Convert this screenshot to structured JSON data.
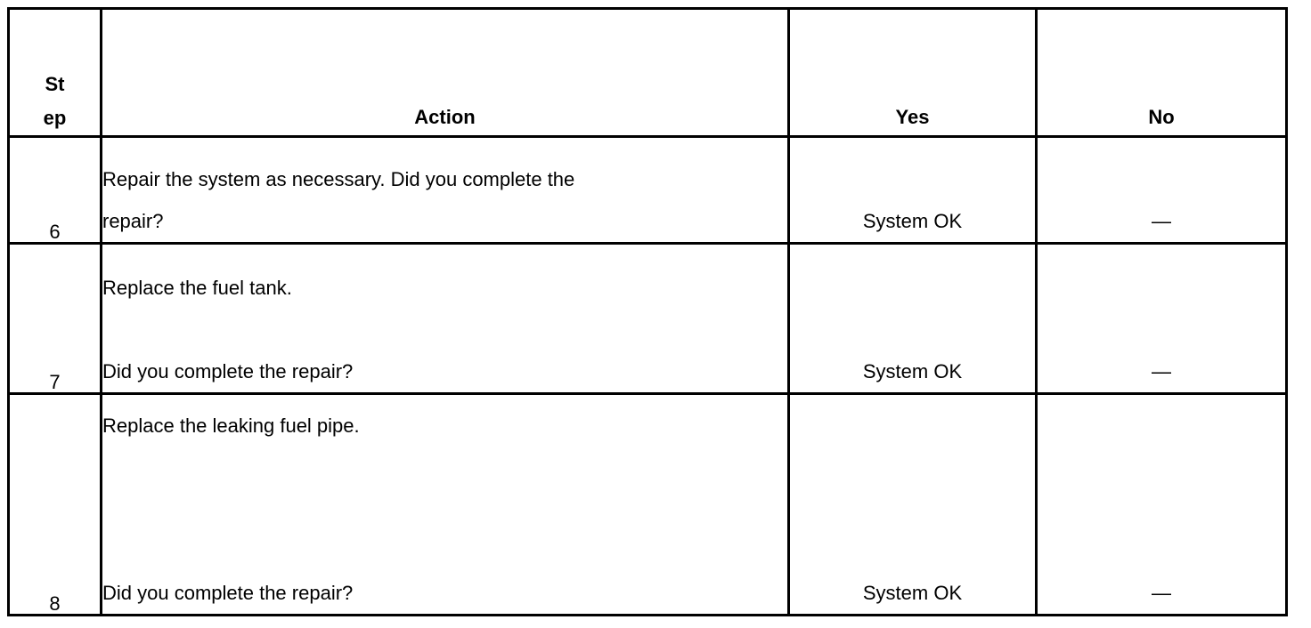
{
  "document": {
    "type": "diagnostic-procedure-table",
    "background_color": "#ffffff",
    "text_color": "#000000",
    "border_color": "#000000"
  },
  "table": {
    "headers": {
      "step_line1": "St",
      "step_line2": "ep",
      "action": "Action",
      "yes": "Yes",
      "no": "No"
    },
    "rows": [
      {
        "step": "6",
        "action_lines": [
          "Repair the system as necessary. Did you complete the",
          "repair?"
        ],
        "yes": "System OK",
        "no": "—"
      },
      {
        "step": "7",
        "action_lines": [
          "Replace the fuel tank.",
          "",
          "Did you complete the repair?"
        ],
        "yes": "System OK",
        "no": "—"
      },
      {
        "step": "8",
        "action_lines": [
          "Replace the leaking fuel pipe.",
          "",
          "",
          "",
          "Did you complete the repair?"
        ],
        "yes": "System OK",
        "no": "—"
      }
    ]
  }
}
